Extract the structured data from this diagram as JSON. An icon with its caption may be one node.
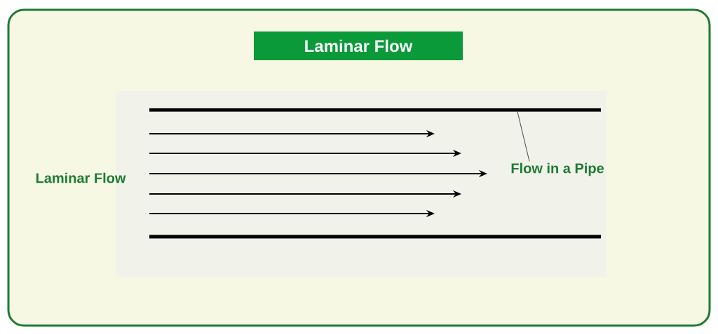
{
  "diagram": {
    "title": "Laminar Flow",
    "nodes": [
      {
        "text": [
          "Flow in a Pipe"
        ]
      },
      {
        "text": [],
        "shape": "bar"
      }
    ],
    "edges": [
      {
        "from": 0,
        "to": 1,
        "arrow": "none"
      }
    ],
    "labels": [
      "Laminar Flow"
    ]
  }
}
